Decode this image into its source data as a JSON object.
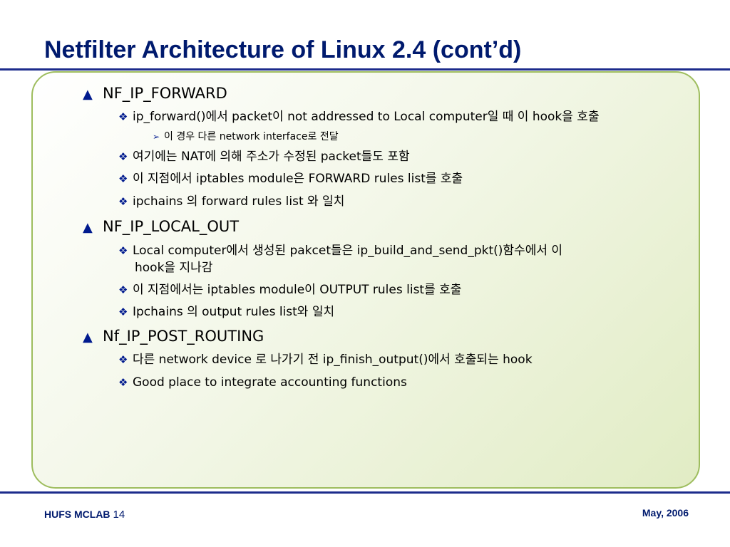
{
  "slide": {
    "title": "Netfilter Architecture of Linux 2.4 (cont’d)"
  },
  "bullets": {
    "level1_symbol": "▲",
    "level2_symbol": "❖",
    "level3_symbol": "➢"
  },
  "content": {
    "forward": {
      "heading": "NF_IP_FORWARD",
      "item1": "ip_forward()에서  packet이 not addressed to Local computer일 때 이 hook을 호출",
      "item1_sub": "이 경우 다른  network interface로 전달",
      "item2": "여기에는 NAT에 의해 주소가 수정된 packet들도 포함",
      "item3": "이 지점에서 iptables module은  FORWARD rules list를 호출",
      "item4": "ipchains 의 forward rules list 와 일치"
    },
    "local_out": {
      "heading": "NF_IP_LOCAL_OUT",
      "item1_line1": "Local computer에서 생성된 pakcet들은 ip_build_and_send_pkt()함수에서 이",
      "item1_line2": "hook을 지나감",
      "item2": "이 지점에서는 iptables module이 OUTPUT rules list를 호출",
      "item3": "Ipchains 의 output rules list와 일치"
    },
    "post_routing": {
      "heading": "Nf_IP_POST_ROUTING",
      "item1": "다른 network device 로 나가기 전 ip_finish_output()에서 호출되는 hook",
      "item2": "Good place to integrate accounting functions"
    }
  },
  "footer": {
    "lab": "HUFS MCLAB",
    "page_number": "14",
    "date": "May, 2006"
  },
  "colors": {
    "title": "#001a6e",
    "rule": "#1c2c8c",
    "box_border": "#9ebd5e",
    "bullet": "#001a8e"
  }
}
